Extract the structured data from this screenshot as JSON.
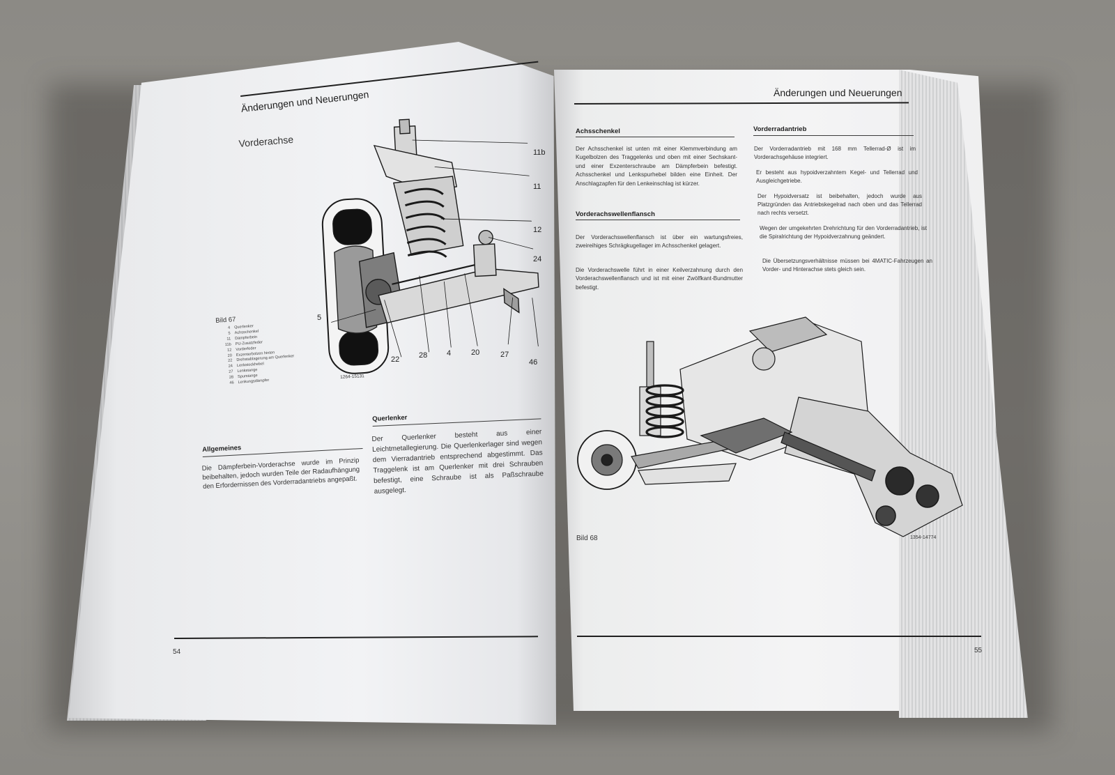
{
  "left_page": {
    "header": "Änderungen und Neuerungen",
    "section_title": "Vorderachse",
    "figure_caption": "Bild 67",
    "figure_id": "1264-15131",
    "callouts": [
      "11b",
      "11",
      "12",
      "24",
      "5",
      "22",
      "28",
      "4",
      "20",
      "27",
      "46"
    ],
    "legend": [
      {
        "n": "4",
        "t": "Querlenker"
      },
      {
        "n": "5",
        "t": "Achsschenkel"
      },
      {
        "n": "11",
        "t": "Dämpferbein"
      },
      {
        "n": "11b",
        "t": "PU-Zusatzfeder"
      },
      {
        "n": "12",
        "t": "Vorderfeder"
      },
      {
        "n": "20",
        "t": "Exzenterbolzen hinten"
      },
      {
        "n": "22",
        "t": "Drehstablagerung am Querlenker"
      },
      {
        "n": "24",
        "t": "Lenkstockhebel"
      },
      {
        "n": "27",
        "t": "Lenkstange"
      },
      {
        "n": "28",
        "t": "Spurstange"
      },
      {
        "n": "46",
        "t": "Lenkungsdämpfer"
      }
    ],
    "allgemeines_title": "Allgemeines",
    "allgemeines_text": "Die Dämpferbein-Vorderachse wurde im Prinzip beibehalten, jedoch wurden Teile der Radaufhängung den Erfordernissen des Vorderradantriebs angepaßt.",
    "querlenker_title": "Querlenker",
    "querlenker_text": "Der Querlenker besteht aus einer Leichtmetallegierung. Die Querlenkerlager sind wegen dem Vierradantrieb entsprechend abgestimmt. Das Traggelenk ist am Querlenker mit drei Schrauben befestigt, eine Schraube ist als Paßschraube ausgelegt.",
    "page_number": "54"
  },
  "right_page": {
    "header": "Änderungen und Neuerungen",
    "achsschenkel_title": "Achsschenkel",
    "achsschenkel_text": "Der Achsschenkel ist unten mit einer Klemmverbindung am Kugelbolzen des Traggelenks und oben mit einer Sechskant- und einer Exzenterschraube am Dämpferbein befestigt. Achsschenkel und Lenkspurhebel bilden eine Einheit. Der Anschlagzapfen für den Lenkeinschlag ist kürzer.",
    "flansch_title": "Vorderachswellenflansch",
    "flansch_text_1": "Der Vorderachswellenflansch ist über ein wartungsfreies, zweireihiges Schrägkugellager im Achsschenkel gelagert.",
    "flansch_text_2": "Die Vorderachswelle führt in einer Keilverzahnung durch den Vorderachswellenflansch und ist mit einer Zwölfkant-Bundmutter befestigt.",
    "antrieb_title": "Vorderradantrieb",
    "antrieb_text_1": "Der Vorderradantrieb mit 168 mm Tellerrad-Ø ist im Vorderachsgehäuse integriert.",
    "antrieb_text_2": "Er besteht aus hypoidverzahntem Kegel- und Tellerrad und Ausgleichgetriebe.",
    "antrieb_text_3": "Der Hypoidversatz ist beibehalten, jedoch wurde aus Platzgründen das Antriebskegelrad nach oben und das Tellerrad nach rechts versetzt.",
    "antrieb_text_4": "Wegen der umgekehrten Drehrichtung für den Vorderradantrieb, ist die Spiralrichtung der Hypoidverzahnung geändert.",
    "antrieb_text_5": "Die Übersetzungsverhältnisse müssen bei 4MATIC-Fahrzeugen an Vorder- und Hinterachse stets gleich sein.",
    "figure_caption": "Bild 68",
    "figure_id": "1354-14774",
    "page_number": "55"
  },
  "colors": {
    "background": "#8f8d88",
    "paper": "#f2f3f5",
    "ink": "#2b2b2b"
  }
}
